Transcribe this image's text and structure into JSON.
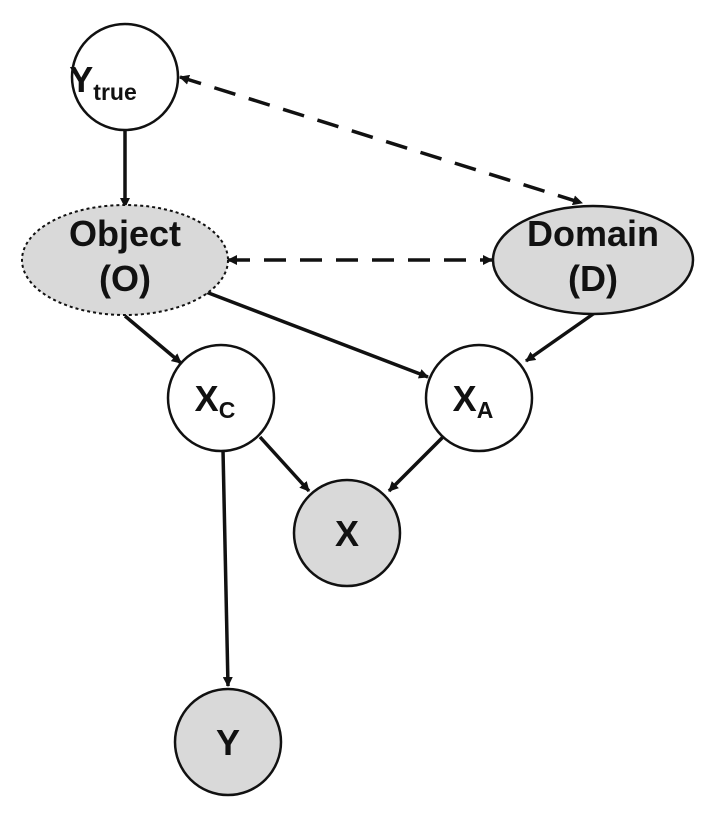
{
  "nodes": {
    "ytrue": {
      "main": "Y",
      "sub": "true"
    },
    "object": {
      "line1": "Object",
      "line2": "(O)"
    },
    "domain": {
      "line1": "Domain",
      "line2": "(D)"
    },
    "xc": {
      "main": "X",
      "sub": "C"
    },
    "xa": {
      "main": "X",
      "sub": "A"
    },
    "x": {
      "main": "X"
    },
    "y": {
      "main": "Y"
    }
  },
  "colors": {
    "observed_fill": "#d9d9d9",
    "latent_fill": "#ffffff",
    "stroke": "#111111"
  },
  "edges": [
    {
      "from": "ytrue",
      "to": "object",
      "style": "solid",
      "direction": "forward"
    },
    {
      "from": "ytrue",
      "to": "domain",
      "style": "dashed",
      "direction": "both"
    },
    {
      "from": "object",
      "to": "domain",
      "style": "dashed",
      "direction": "both"
    },
    {
      "from": "object",
      "to": "xc",
      "style": "solid",
      "direction": "forward"
    },
    {
      "from": "object",
      "to": "xa",
      "style": "solid",
      "direction": "forward"
    },
    {
      "from": "domain",
      "to": "xa",
      "style": "solid",
      "direction": "forward"
    },
    {
      "from": "xc",
      "to": "x",
      "style": "solid",
      "direction": "forward"
    },
    {
      "from": "xa",
      "to": "x",
      "style": "solid",
      "direction": "forward"
    },
    {
      "from": "xc",
      "to": "y",
      "style": "solid",
      "direction": "forward"
    }
  ]
}
